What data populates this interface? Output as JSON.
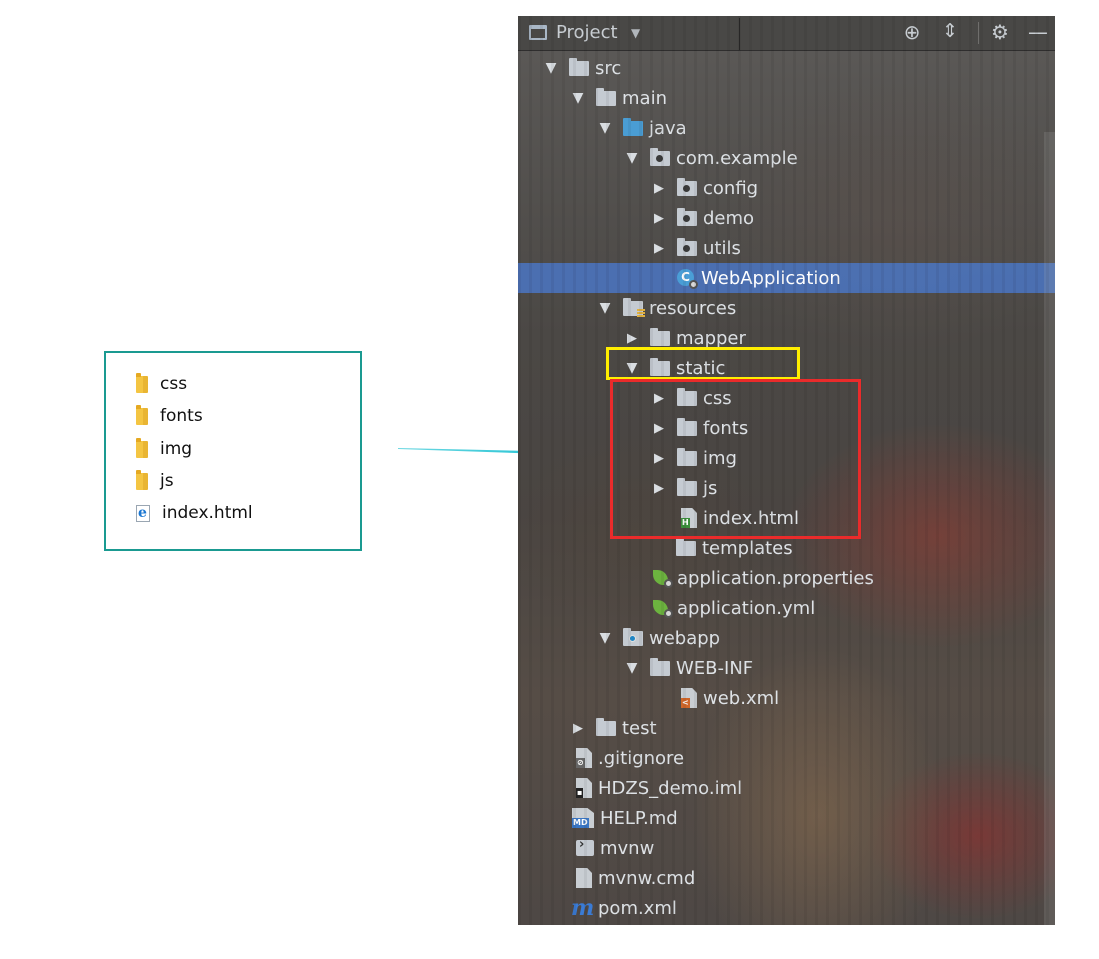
{
  "explorer": {
    "items": [
      {
        "label": "css",
        "icon": "folder-icon"
      },
      {
        "label": "fonts",
        "icon": "folder-icon"
      },
      {
        "label": "img",
        "icon": "folder-icon"
      },
      {
        "label": "js",
        "icon": "folder-icon"
      },
      {
        "label": "index.html",
        "icon": "edge-html-file-icon"
      }
    ],
    "colors": {
      "border": "#1a9a91",
      "arrow": "#22c6d6"
    }
  },
  "ide": {
    "header": {
      "title": "Project",
      "icons": [
        "target-icon",
        "collapse-icon",
        "gear-icon",
        "minimize-icon"
      ]
    },
    "selection_color": "#4a78c8",
    "tree": [
      {
        "label": "src",
        "icon": "folder-icon",
        "expanded": true
      },
      {
        "label": "main",
        "icon": "folder-icon",
        "expanded": true
      },
      {
        "label": "java",
        "icon": "source-folder-icon",
        "expanded": true
      },
      {
        "label": "com.example",
        "icon": "package-icon",
        "expanded": true
      },
      {
        "label": "config",
        "icon": "package-icon",
        "expanded": false
      },
      {
        "label": "demo",
        "icon": "package-icon",
        "expanded": false
      },
      {
        "label": "utils",
        "icon": "package-icon",
        "expanded": false
      },
      {
        "label": "WebApplication",
        "icon": "spring-boot-class-icon",
        "selected": true
      },
      {
        "label": "resources",
        "icon": "resources-folder-icon",
        "expanded": true
      },
      {
        "label": "mapper",
        "icon": "folder-icon",
        "expanded": false
      },
      {
        "label": "static",
        "icon": "folder-icon",
        "expanded": true
      },
      {
        "label": "css",
        "icon": "folder-icon",
        "expanded": false
      },
      {
        "label": "fonts",
        "icon": "folder-icon",
        "expanded": false
      },
      {
        "label": "img",
        "icon": "folder-icon",
        "expanded": false
      },
      {
        "label": "js",
        "icon": "folder-icon",
        "expanded": false
      },
      {
        "label": "index.html",
        "icon": "html-file-icon"
      },
      {
        "label": "templates",
        "icon": "folder-icon"
      },
      {
        "label": "application.properties",
        "icon": "spring-config-icon"
      },
      {
        "label": "application.yml",
        "icon": "spring-config-icon"
      },
      {
        "label": "webapp",
        "icon": "web-folder-icon",
        "expanded": true
      },
      {
        "label": "WEB-INF",
        "icon": "folder-icon",
        "expanded": true
      },
      {
        "label": "web.xml",
        "icon": "xml-file-icon"
      },
      {
        "label": "test",
        "icon": "folder-icon",
        "expanded": false
      },
      {
        "label": ".gitignore",
        "icon": "gitignore-file-icon"
      },
      {
        "label": "HDZS_demo.iml",
        "icon": "iml-file-icon"
      },
      {
        "label": "HELP.md",
        "icon": "markdown-file-icon"
      },
      {
        "label": "mvnw",
        "icon": "terminal-file-icon"
      },
      {
        "label": "mvnw.cmd",
        "icon": "text-file-icon"
      },
      {
        "label": "pom.xml",
        "icon": "maven-icon"
      }
    ],
    "highlights": {
      "static_box": "#ffee00",
      "children_box": "#ea2b2b"
    }
  }
}
